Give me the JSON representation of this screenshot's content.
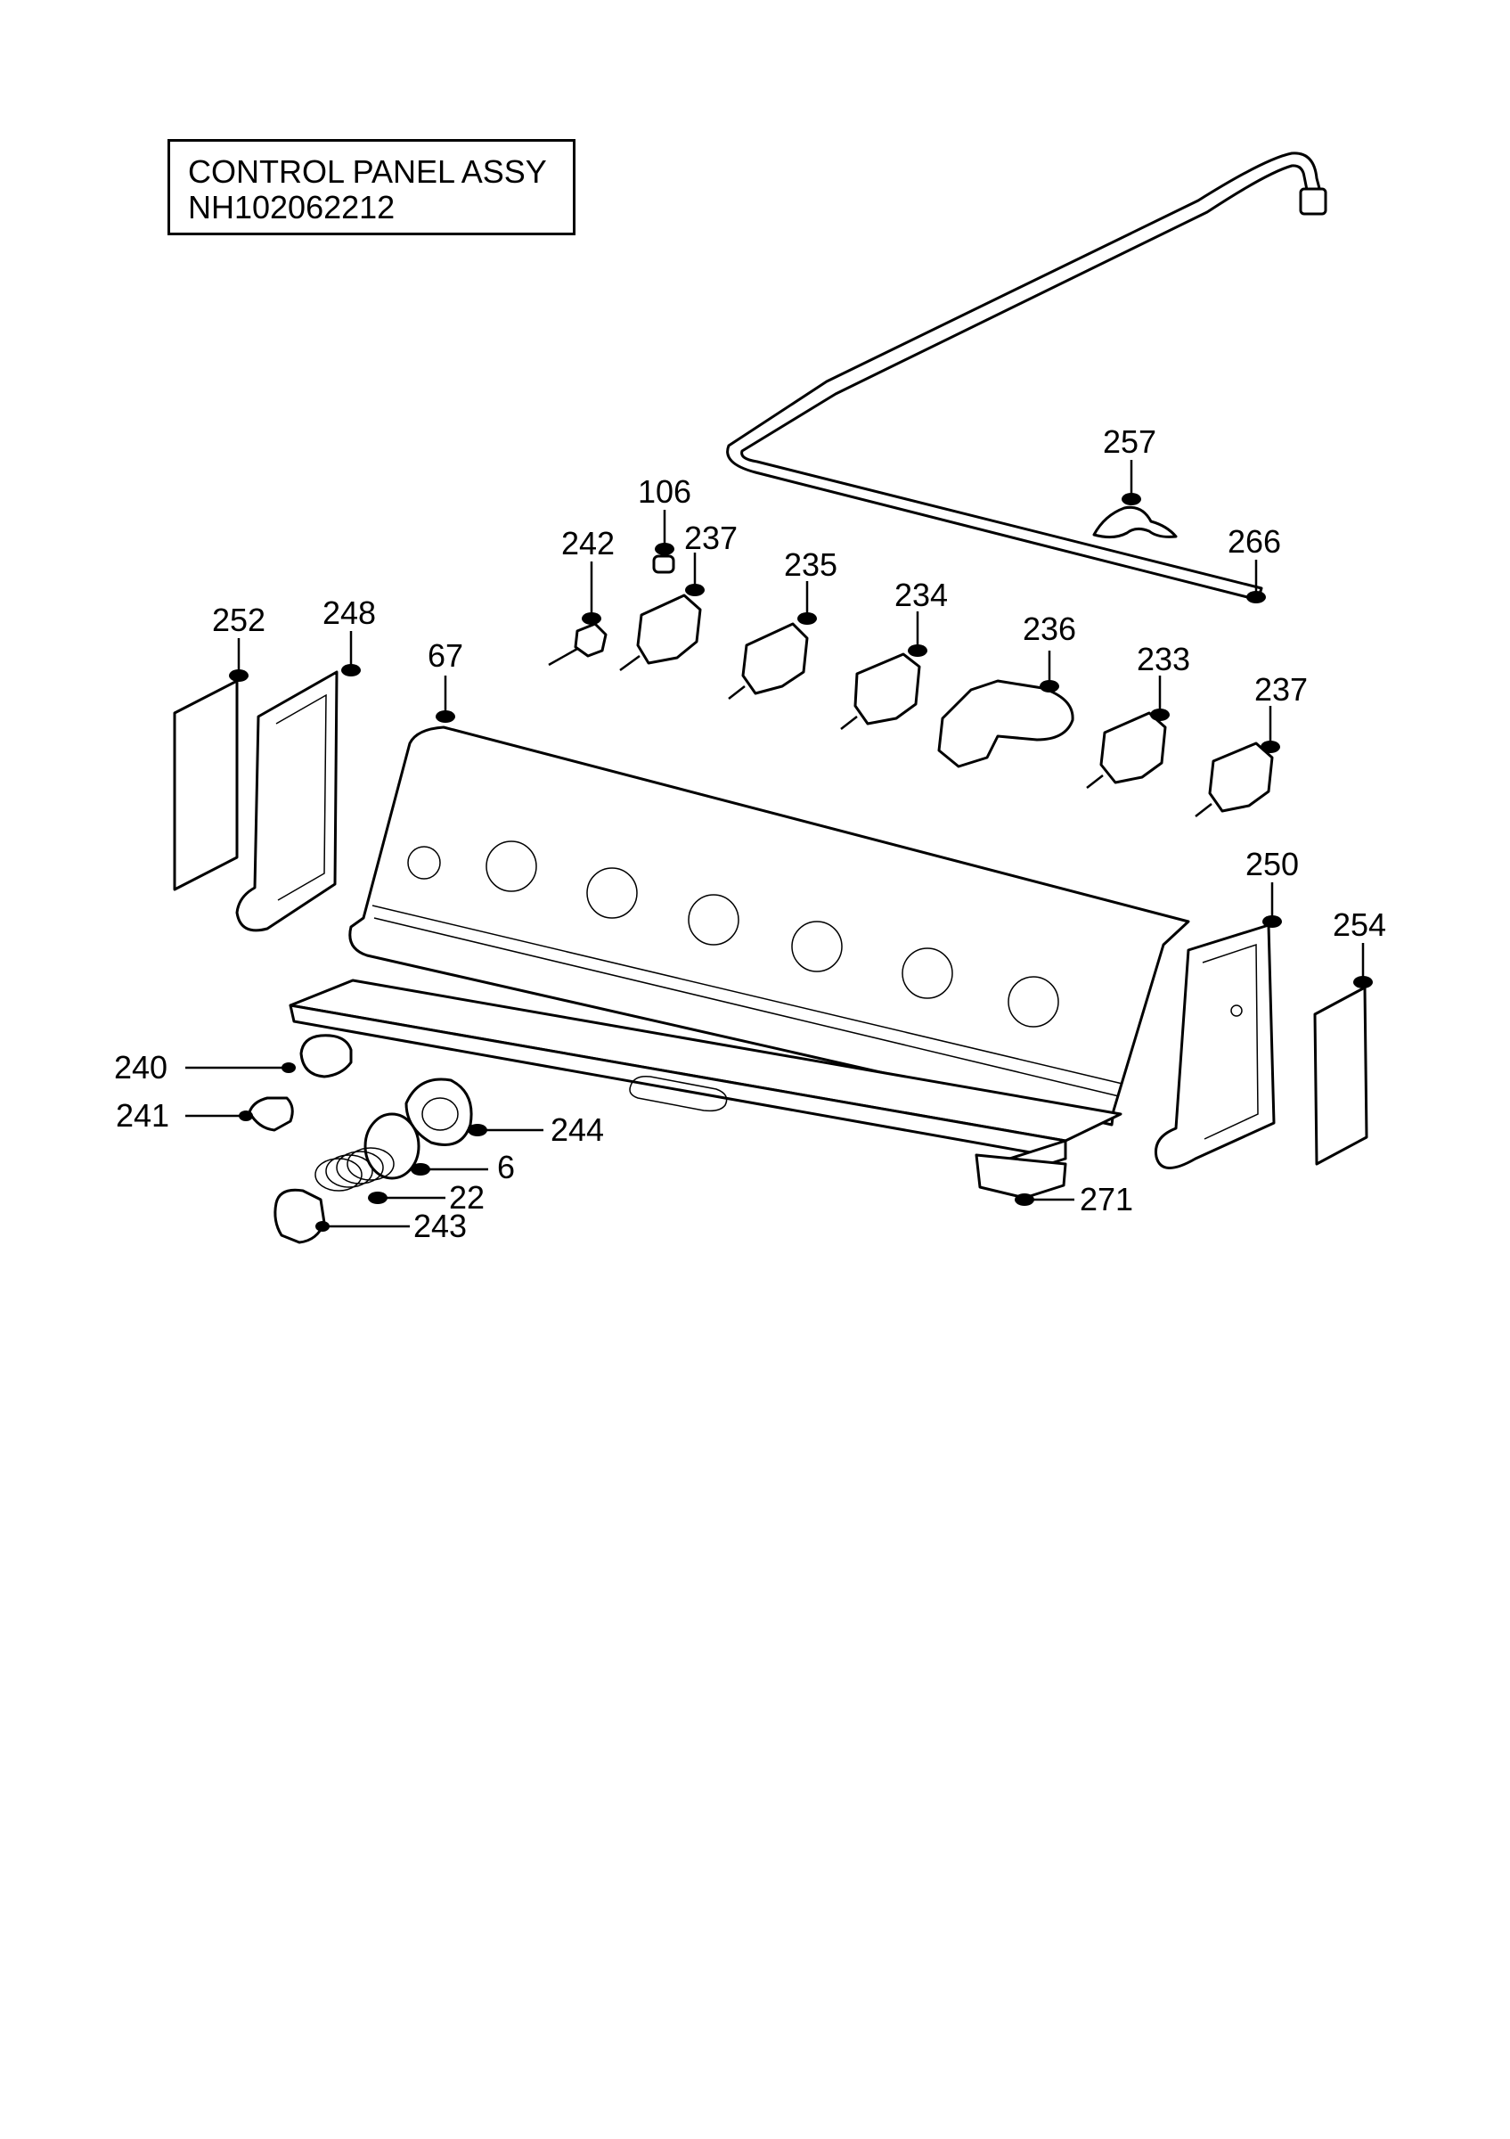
{
  "title": {
    "line1": "CONTROL PANEL ASSY",
    "line2": "NH102062212"
  },
  "callouts": [
    {
      "id": "c257",
      "label": "257"
    },
    {
      "id": "c106",
      "label": "106"
    },
    {
      "id": "c242",
      "label": "242"
    },
    {
      "id": "c237a",
      "label": "237"
    },
    {
      "id": "c235",
      "label": "235"
    },
    {
      "id": "c266",
      "label": "266"
    },
    {
      "id": "c234",
      "label": "234"
    },
    {
      "id": "c252",
      "label": "252"
    },
    {
      "id": "c248",
      "label": "248"
    },
    {
      "id": "c236",
      "label": "236"
    },
    {
      "id": "c67",
      "label": "67"
    },
    {
      "id": "c233",
      "label": "233"
    },
    {
      "id": "c237b",
      "label": "237"
    },
    {
      "id": "c250",
      "label": "250"
    },
    {
      "id": "c254",
      "label": "254"
    },
    {
      "id": "c240",
      "label": "240"
    },
    {
      "id": "c241",
      "label": "241"
    },
    {
      "id": "c244",
      "label": "244"
    },
    {
      "id": "c6",
      "label": "6"
    },
    {
      "id": "c22",
      "label": "22"
    },
    {
      "id": "c243",
      "label": "243"
    },
    {
      "id": "c271",
      "label": "271"
    }
  ]
}
